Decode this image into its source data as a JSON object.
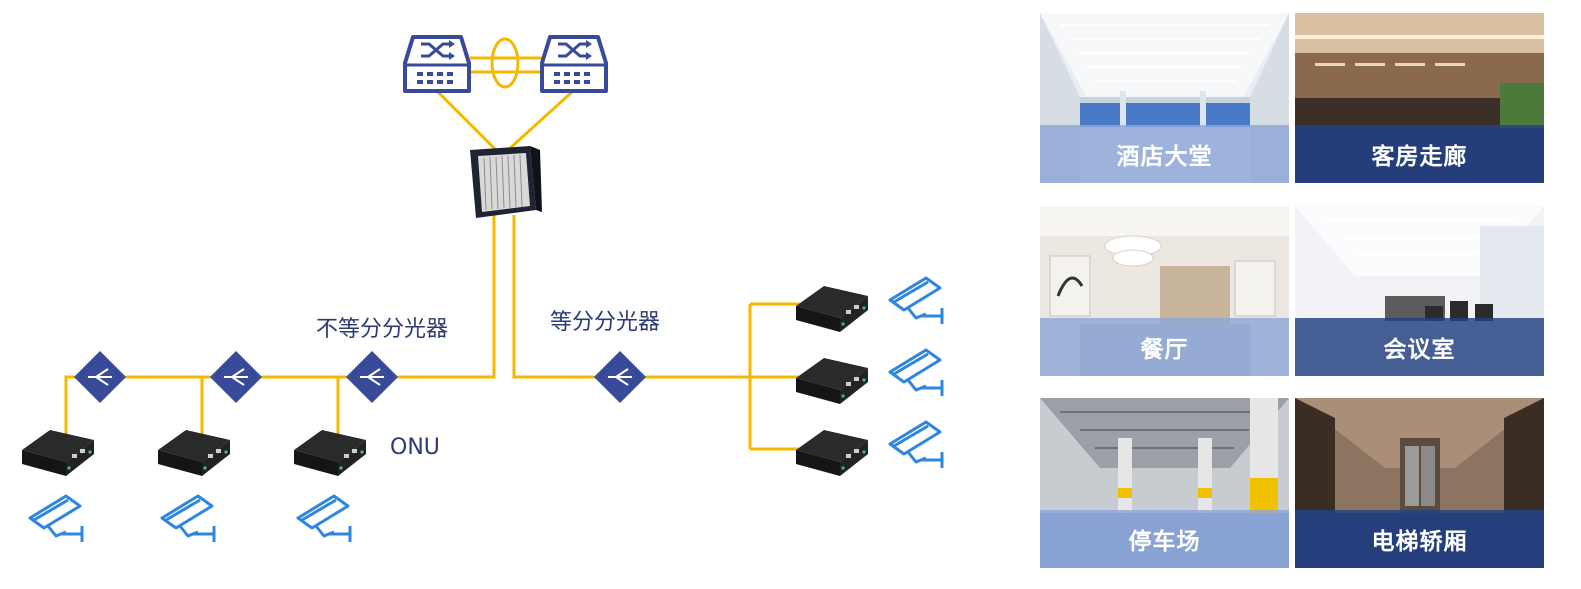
{
  "diagram": {
    "labels": {
      "unequal_splitter": "不等分分光器",
      "equal_splitter": "等分分光器",
      "onu": "ONU"
    },
    "colors": {
      "fiber": "#f5b800",
      "device_blue": "#3a4a9a",
      "camera_blue": "#2e86de",
      "label_text": "#2b3b73"
    }
  },
  "scenes": [
    {
      "label": "酒店大堂",
      "band": "light"
    },
    {
      "label": "客房走廊",
      "band": "dark"
    },
    {
      "label": "餐厅",
      "band": "light"
    },
    {
      "label": "会议室",
      "band": "dark"
    },
    {
      "label": "停车场",
      "band": "light"
    },
    {
      "label": "电梯轿厢",
      "band": "dark"
    }
  ]
}
